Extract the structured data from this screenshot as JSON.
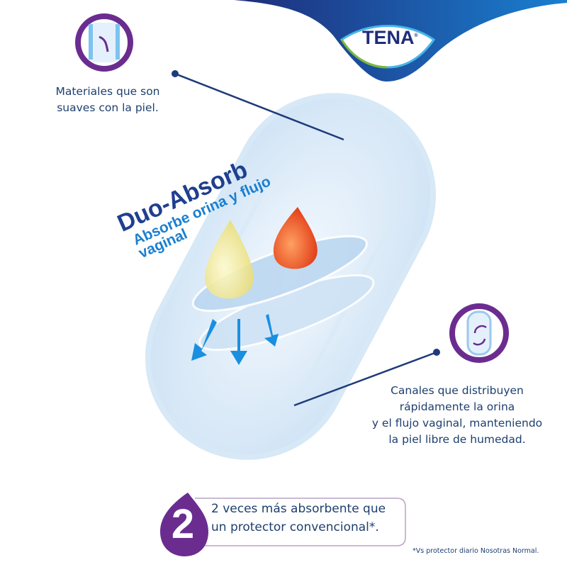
{
  "brand": {
    "logo_text": "TENA",
    "registered": "®",
    "colors": {
      "navy": "#1e2d7a",
      "purple": "#6b2c8f",
      "blue": "#1a7fd0",
      "green": "#7ab83a"
    }
  },
  "feature_soft": {
    "icon": "soft-material-icon",
    "text_line1": "Materiales que son",
    "text_line2": "suaves con la piel."
  },
  "duo_absorb": {
    "title": "Duo-Absorb",
    "subtitle_line1": "Absorbe orina y flujo",
    "subtitle_line2": "vaginal"
  },
  "feature_channels": {
    "icon": "channels-icon",
    "lines": [
      "Canales que distribuyen",
      "rápidamente la orina",
      "y el flujo vaginal, manteniendo",
      "la piel libre de humedad."
    ]
  },
  "claim": {
    "number": "2",
    "line1": "2 veces más absorbente que",
    "line2": "un protector convencional*."
  },
  "footnote": "*Vs protector diario Nosotras Normal."
}
